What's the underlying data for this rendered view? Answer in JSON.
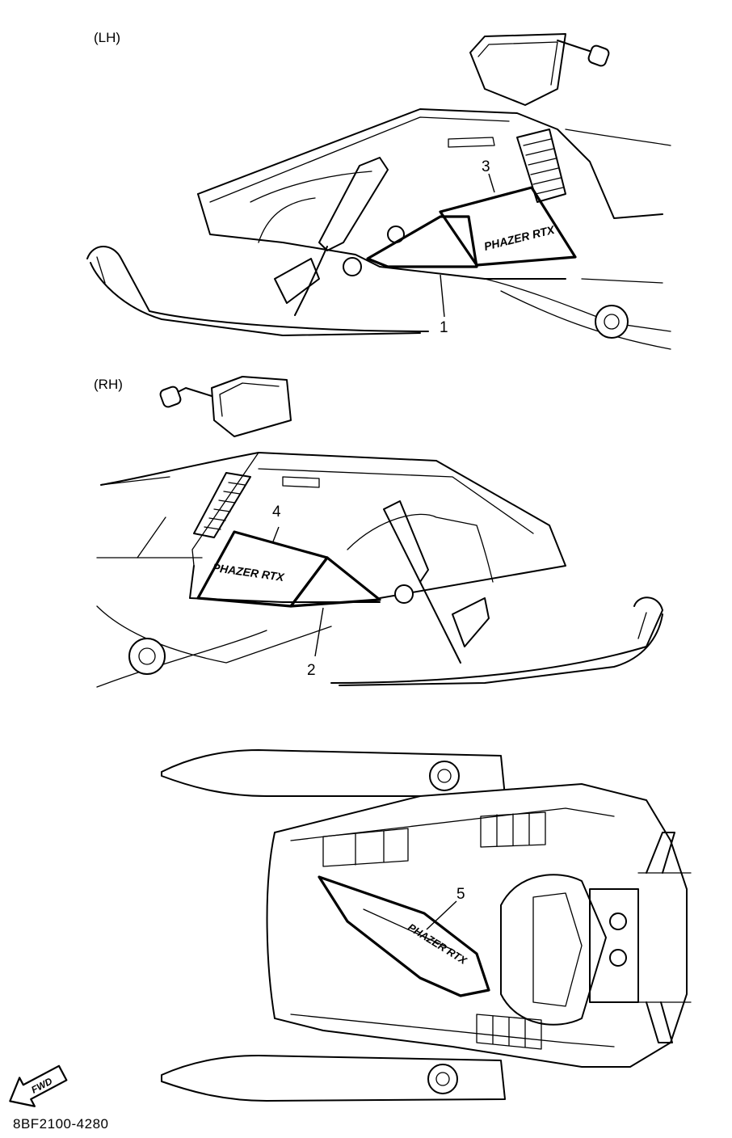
{
  "views": {
    "lh": {
      "label": "(LH)"
    },
    "rh": {
      "label": "(RH)"
    },
    "top": {
      "label": ""
    }
  },
  "callouts": [
    {
      "id": "1",
      "text": "1"
    },
    {
      "id": "2",
      "text": "2"
    },
    {
      "id": "3",
      "text": "3"
    },
    {
      "id": "4",
      "text": "4"
    },
    {
      "id": "5",
      "text": "5"
    }
  ],
  "decal_text": "PHAZER RTX",
  "fwd_arrow": {
    "text": "FWD",
    "icon": "fwd-arrow-icon"
  },
  "diagram_code": "8BF2100-4280"
}
